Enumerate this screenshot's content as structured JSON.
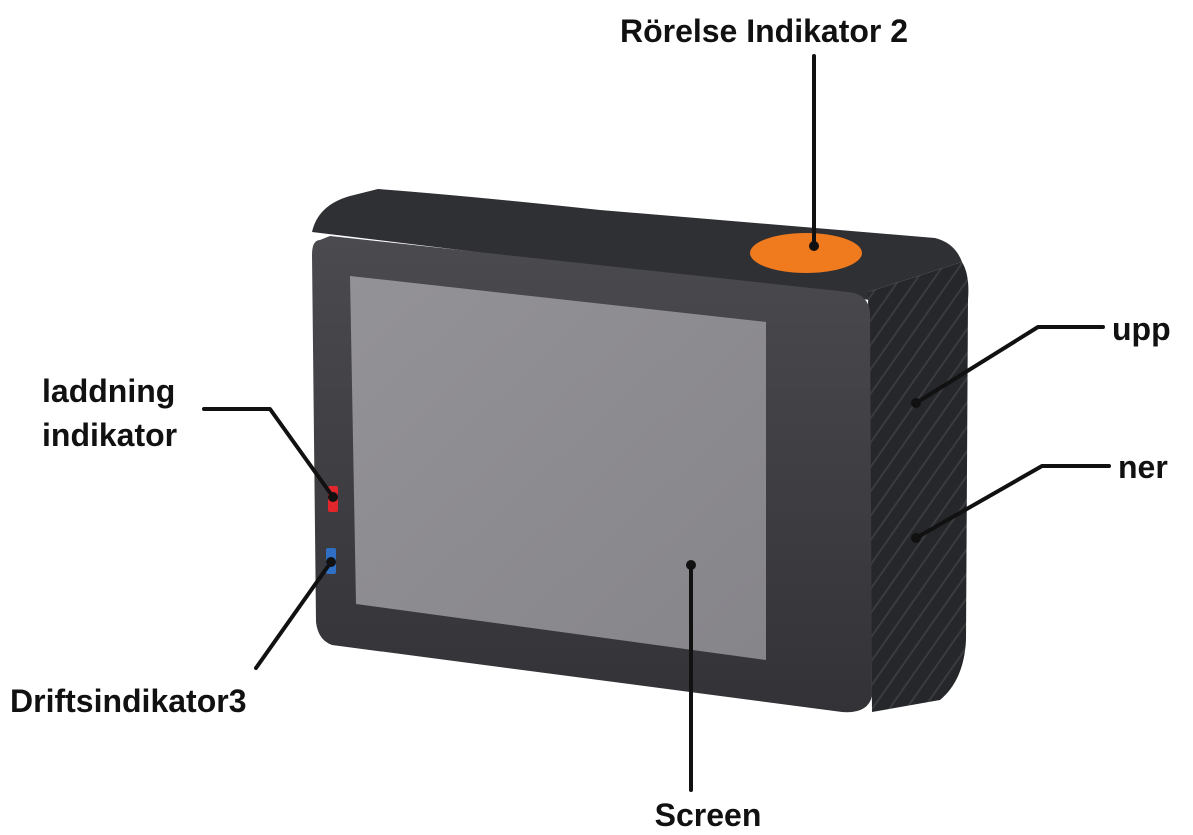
{
  "labels": {
    "top_button": "Rörelse Indikator 2",
    "charging": [
      "laddning",
      "indikator"
    ],
    "operation": "Driftsindikator3",
    "up": "upp",
    "down": "ner",
    "screen": "Screen"
  },
  "colors": {
    "body": "#3f3f43",
    "top_face": "#2f3034",
    "side_face": "#26272a",
    "screen": "#8c8b8f",
    "top_button": "#f07a1e",
    "charging_led": "#e3262b",
    "operation_led": "#2f6fc4",
    "line": "#111111"
  }
}
